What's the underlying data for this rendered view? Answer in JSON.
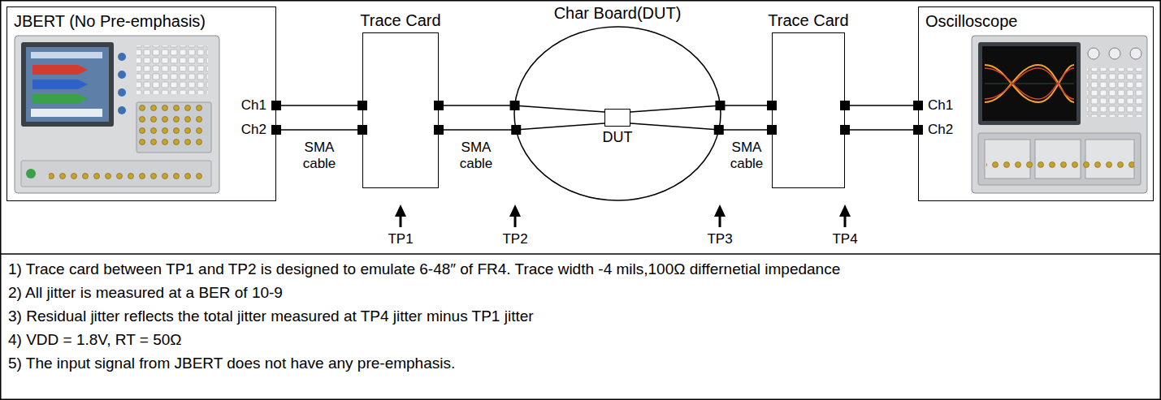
{
  "diagram": {
    "nodes": [
      {
        "text": [
          "JBERT (No Pre-emphasis)"
        ]
      },
      {
        "text": [
          "Trace Card"
        ]
      },
      {
        "text": [
          "Char Board(DUT)"
        ]
      },
      {
        "text": [
          "DUT"
        ],
        "in": 2
      },
      {
        "text": [
          "Trace Card"
        ]
      },
      {
        "text": [
          "Oscilloscope"
        ]
      }
    ],
    "edges": [
      {
        "from": 0,
        "to": 1,
        "arrow": "none"
      },
      {
        "from": 0,
        "to": 1,
        "arrow": "none"
      },
      {
        "from": 1,
        "to": 2,
        "arrow": "none"
      },
      {
        "from": 1,
        "to": 2,
        "arrow": "none"
      },
      {
        "from": 2,
        "to": 4,
        "arrow": "none"
      },
      {
        "from": 2,
        "to": 4,
        "arrow": "none"
      },
      {
        "from": 4,
        "to": 5,
        "arrow": "none"
      },
      {
        "from": 4,
        "to": 5,
        "arrow": "none"
      }
    ],
    "labels": [
      "Ch1",
      "Ch2",
      "SMA cable",
      "SMA cable",
      "SMA cable",
      "Ch1",
      "Ch2",
      "TP1",
      "TP2",
      "TP3",
      "TP4",
      "1) Trace card between TP1 and TP2 is designed to emulate 6-48″ of FR4. Trace width -4 mils,100Ω differnetial impedance",
      "2) All jitter is measured at a BER of 10-9",
      "3) Residual jitter reflects the total jitter measured at TP4 jitter minus TP1 jitter",
      "4) VDD = 1.8V, RT = 50Ω",
      "5) The input signal from JBERT does not have any pre-emphasis."
    ]
  }
}
